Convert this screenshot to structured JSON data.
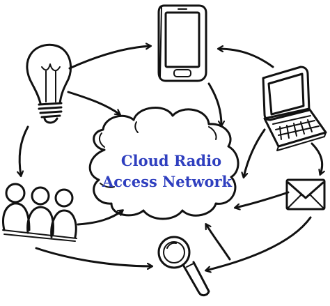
{
  "diagram": {
    "center_label_line1": "Cloud Radio",
    "center_label_line2": "Access Network",
    "label_color": "#2f3fbf",
    "ink_color": "#111111",
    "nodes": [
      {
        "id": "lightbulb",
        "icon": "lightbulb-icon"
      },
      {
        "id": "smartphone",
        "icon": "smartphone-icon"
      },
      {
        "id": "laptop",
        "icon": "laptop-icon"
      },
      {
        "id": "email",
        "icon": "envelope-icon"
      },
      {
        "id": "search",
        "icon": "magnifier-icon"
      },
      {
        "id": "users",
        "icon": "people-icon"
      },
      {
        "id": "cloud",
        "icon": "cloud-icon"
      }
    ]
  }
}
